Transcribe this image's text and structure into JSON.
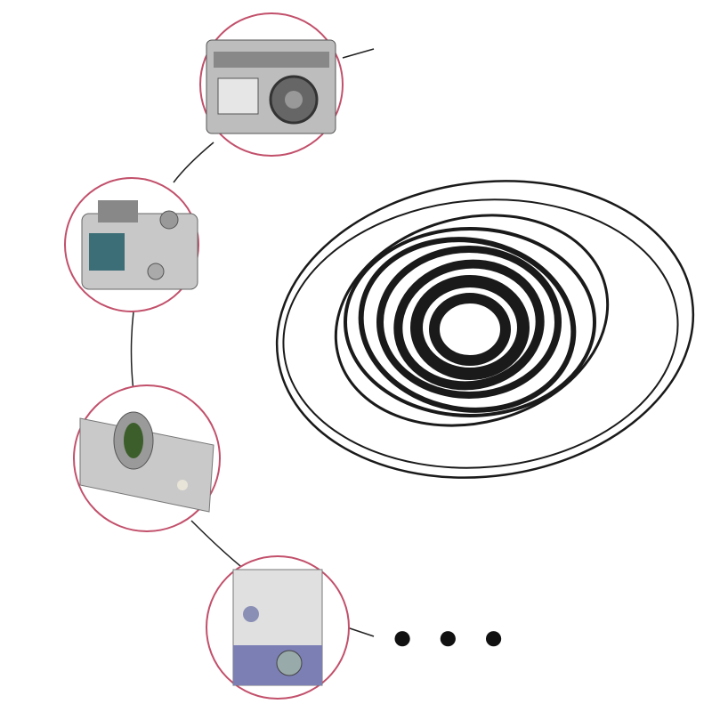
{
  "colors": {
    "circle_border": "#c2506b",
    "belt": "#1a1a1a",
    "connector": "#222222"
  },
  "devices": [
    "radio-cassette-player",
    "digital-camera",
    "remote-control",
    "portable-cassette-player"
  ],
  "more_indicator": "● ● ●"
}
